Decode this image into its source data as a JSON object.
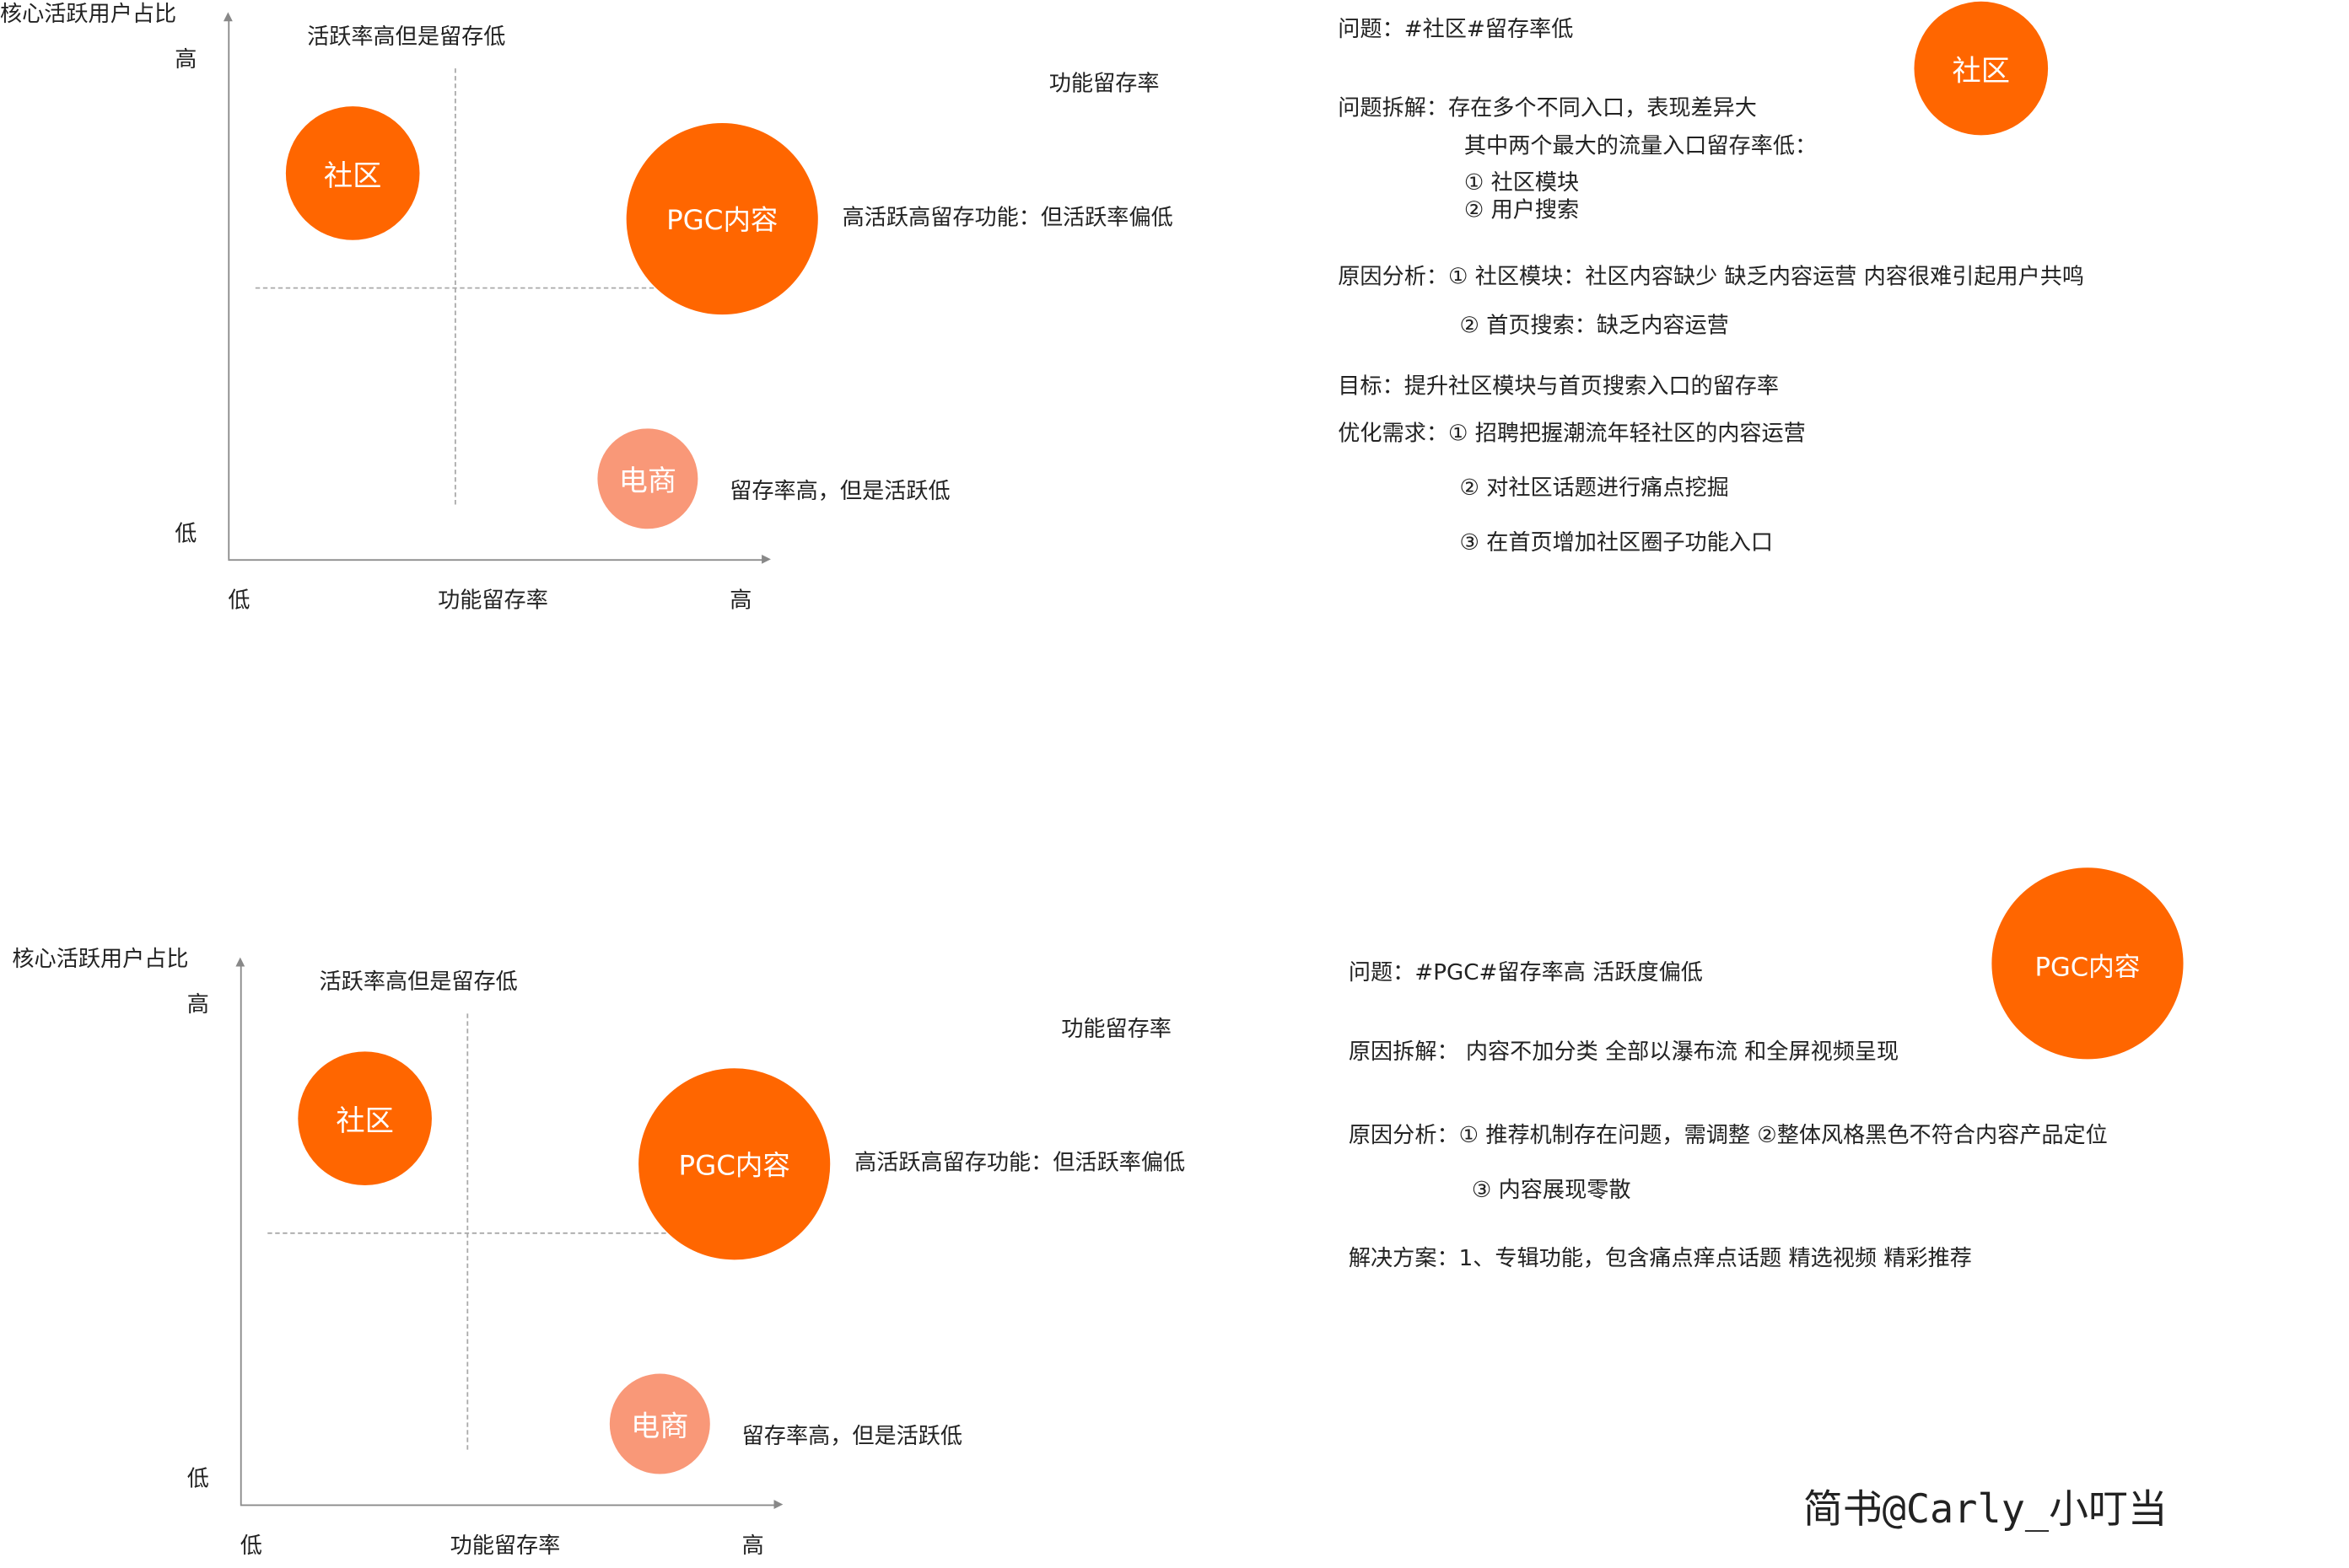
{
  "colors": {
    "accent": "#FF6600",
    "secondary": "#F99878"
  },
  "charts": [
    {
      "y_axis_label": "核心活跃用户占比",
      "y_high": "高",
      "y_low": "低",
      "x_low": "低",
      "x_label": "功能留存率",
      "x_high": "高",
      "quad_top_left": "活跃率高但是留存低",
      "quad_top_right": "功能留存率",
      "bubbles": {
        "community": "社区",
        "pgc": "PGC内容",
        "ecommerce": "电商"
      },
      "pgc_note": "高活跃高留存功能：但活跃率偏低",
      "ecom_note": "留存率高，但是活跃低"
    },
    {
      "y_axis_label": "核心活跃用户占比",
      "y_high": "高",
      "y_low": "低",
      "x_low": "低",
      "x_label": "功能留存率",
      "x_high": "高",
      "quad_top_left": "活跃率高但是留存低",
      "quad_top_right": "功能留存率",
      "bubbles": {
        "community": "社区",
        "pgc": "PGC内容",
        "ecommerce": "电商"
      },
      "pgc_note": "高活跃高留存功能：但活跃率偏低",
      "ecom_note": "留存率高，但是活跃低"
    }
  ],
  "analysis1": {
    "bubble": "社区",
    "lines": [
      "问题：#社区#留存率低",
      "问题拆解：存在多个不同入口，表现差异大",
      "其中两个最大的流量入口留存率低：",
      "① 社区模块",
      "② 用户搜索",
      "原因分析：① 社区模块：社区内容缺少 缺乏内容运营 内容很难引起用户共鸣",
      "② 首页搜索：缺乏内容运营",
      "目标：提升社区模块与首页搜索入口的留存率",
      "优化需求：① 招聘把握潮流年轻社区的内容运营",
      "② 对社区话题进行痛点挖掘",
      "③ 在首页增加社区圈子功能入口"
    ]
  },
  "analysis2": {
    "bubble": "PGC内容",
    "lines": [
      "问题：#PGC#留存率高 活跃度偏低",
      "原因拆解： 内容不加分类 全部以瀑布流 和全屏视频呈现",
      "原因分析：① 推荐机制存在问题，需调整 ②整体风格黑色不符合内容产品定位",
      "③ 内容展现零散",
      "解决方案：1、专辑功能，包含痛点痒点话题 精选视频 精彩推荐"
    ]
  },
  "watermark": "简书@Carly_小叮当"
}
